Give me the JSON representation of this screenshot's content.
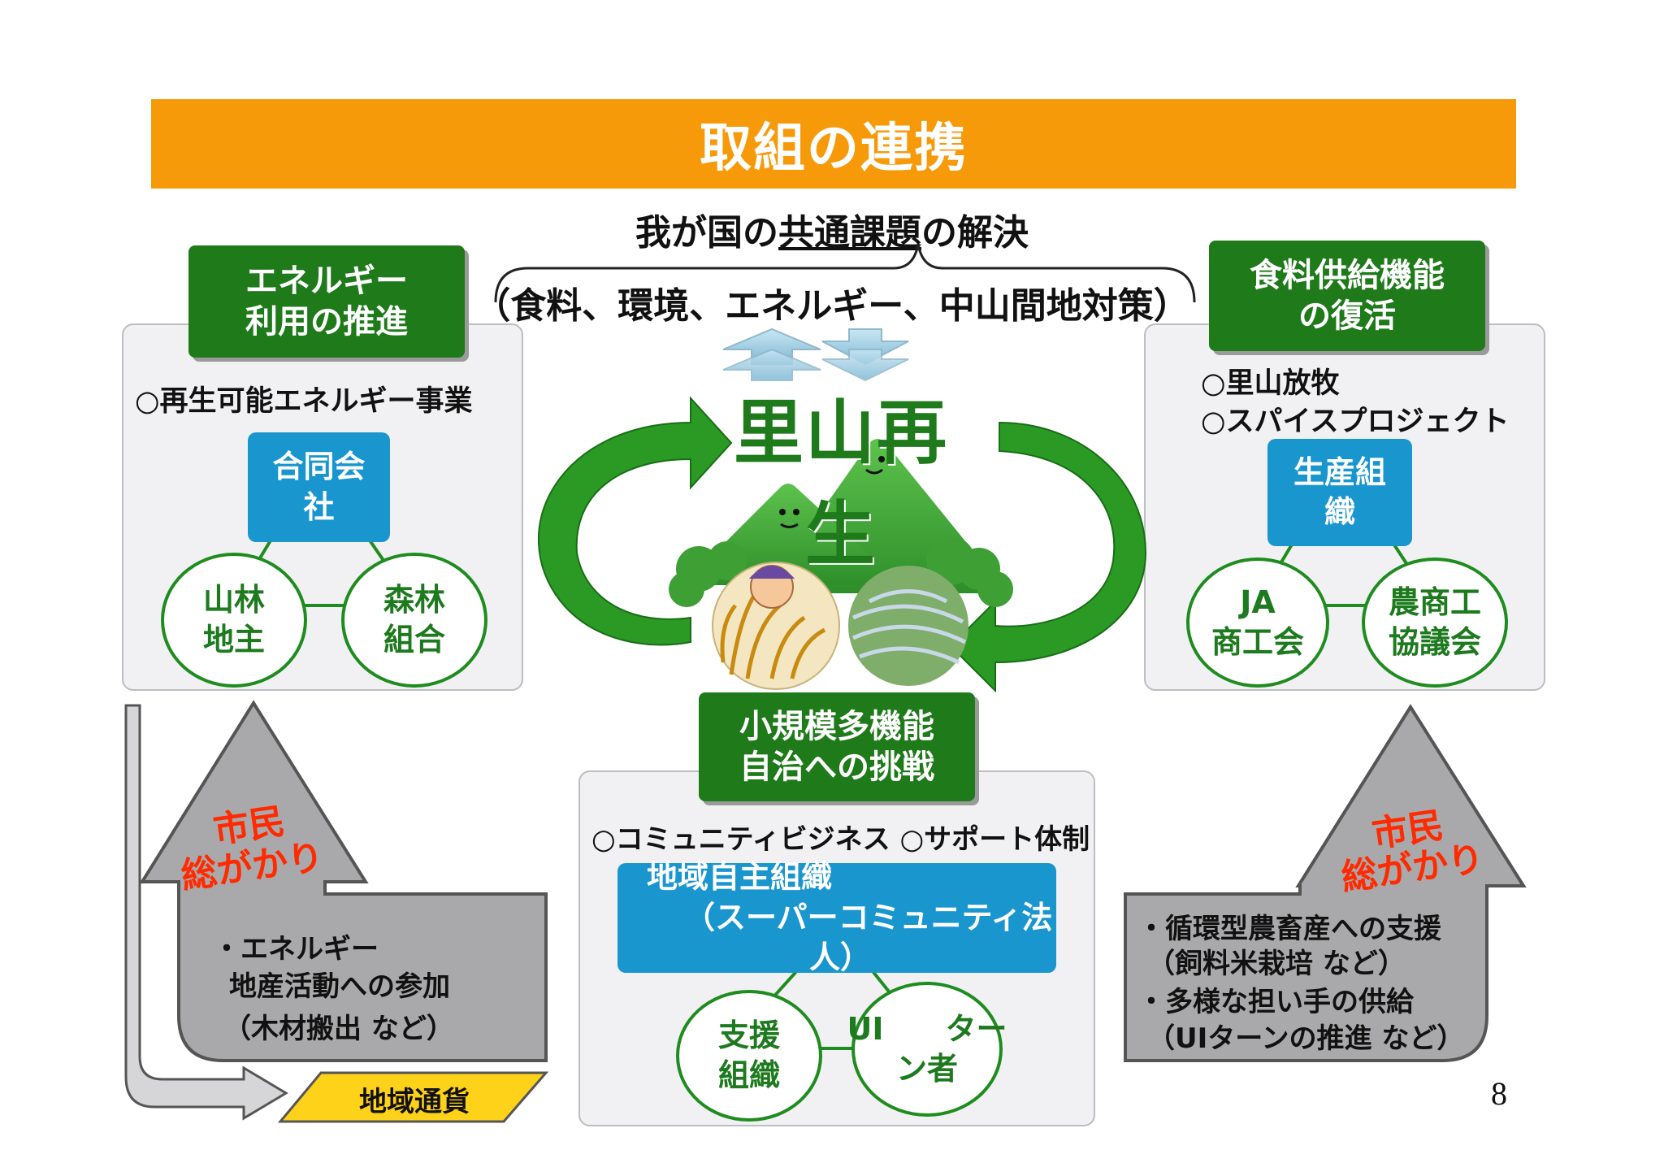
{
  "title": "取組の連携",
  "subtitle": {
    "main_pre": "我が国の",
    "main_underline": "共通課題",
    "main_post": "の解決",
    "detail": "（食料、環境、エネルギー、中山間地対策）"
  },
  "center": {
    "label": "里山再生"
  },
  "left_panel": {
    "header_line1": "エネルギー",
    "header_line2": "利用の推進",
    "bullet": "○再生可能エネルギー事業",
    "hub_line1": "合同会",
    "hub_line2": "社",
    "circle1_line1": "山林",
    "circle1_line2": "地主",
    "circle2_line1": "森林",
    "circle2_line2": "組合"
  },
  "right_panel": {
    "header_line1": "食料供給機能",
    "header_line2": "の復活",
    "bullet1": "○里山放牧",
    "bullet2": "○スパイスプロジェクト",
    "hub_line1": "生産組",
    "hub_line2": "織",
    "circle1_line1": "JA",
    "circle1_line2": "商工会",
    "circle2_line1": "農商工",
    "circle2_line2": "協議会"
  },
  "bottom_panel": {
    "header_line1": "小規模多機能",
    "header_line2": "自治への挑戦",
    "bullet": "○コミュニティビジネス ○サポート体制",
    "hub_line1": "地域自主組織",
    "hub_line2": "（スーパーコミュニティ法",
    "hub_line3": "人）",
    "circle1_line1": "支援",
    "circle1_line2": "組織",
    "circle2_line1": "UI　　ター",
    "circle2_line2": "ン者"
  },
  "left_arrow": {
    "red_line1": "市民",
    "red_line2": "総がかり",
    "text_line1": "・エネルギー",
    "text_line2": "地産活動への参加",
    "text_line3": "（木材搬出 など）"
  },
  "right_arrow": {
    "red_line1": "市民",
    "red_line2": "総がかり",
    "text_line1": "・循環型農畜産への支援",
    "text_line2": "（飼料米栽培 など）",
    "text_line3": "・多様な担い手の供給",
    "text_line4": "（UIターンの推進 など）"
  },
  "currency_label": "地域通貨",
  "page_number": "8",
  "colors": {
    "title_bg": "#f79a0a",
    "green_box": "#1f7a1a",
    "blue_box": "#1a96cf",
    "circle_border": "#1e8c1e",
    "red_text": "#ff2a00",
    "currency_bg": "#ffd21a"
  }
}
